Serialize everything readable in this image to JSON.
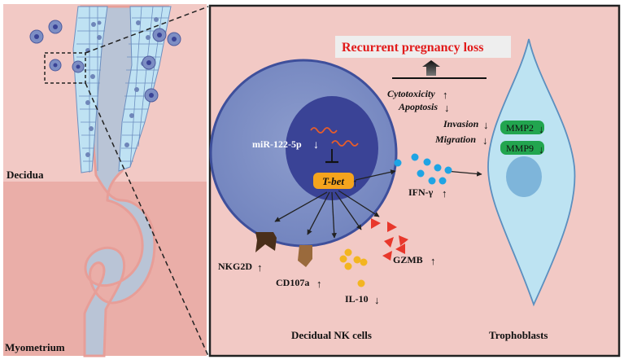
{
  "left_panel": {
    "label_decidua": "Decidua",
    "label_myometrium": "Myometrium"
  },
  "right_panel": {
    "outcome_title": "Recurrent pregnancy loss",
    "effects": {
      "cytotoxicity": "Cytotoxicity",
      "apoptosis": "Apoptosis",
      "invasion": "Invasion",
      "migration": "Migration"
    },
    "mirna": "miR-122-5p",
    "transcription_factor": "T-bet",
    "cytokine_ifn": "IFN-γ",
    "receptor_nkg2d": "NKG2D",
    "marker_cd107a": "CD107a",
    "cytokine_il10": "IL-10",
    "granzyme": "GZMB",
    "protease_mmp2": "MMP2",
    "protease_mmp9": "MMP9",
    "cell_nk": "Decidual NK cells",
    "cell_trophoblast": "Trophoblasts"
  },
  "arrow_symbols": {
    "up": "↑",
    "down": "↓"
  },
  "colors": {
    "background": "#f2c9c5",
    "myometrium": "#e9aca6",
    "nk_cell": "#8395c7",
    "nk_nucleus": "#3a4396",
    "tbet": "#f5a41d",
    "ifn_dots": "#1ea4e4",
    "il10_dots": "#f3b521",
    "gzmb_triangles": "#e8372b",
    "nkg2d": "#4a2f1a",
    "cd107a": "#9a6a3c",
    "trophoblast": "#bde3f2",
    "mmp_badge": "#22a54f",
    "title_red": "#e21b1b"
  }
}
